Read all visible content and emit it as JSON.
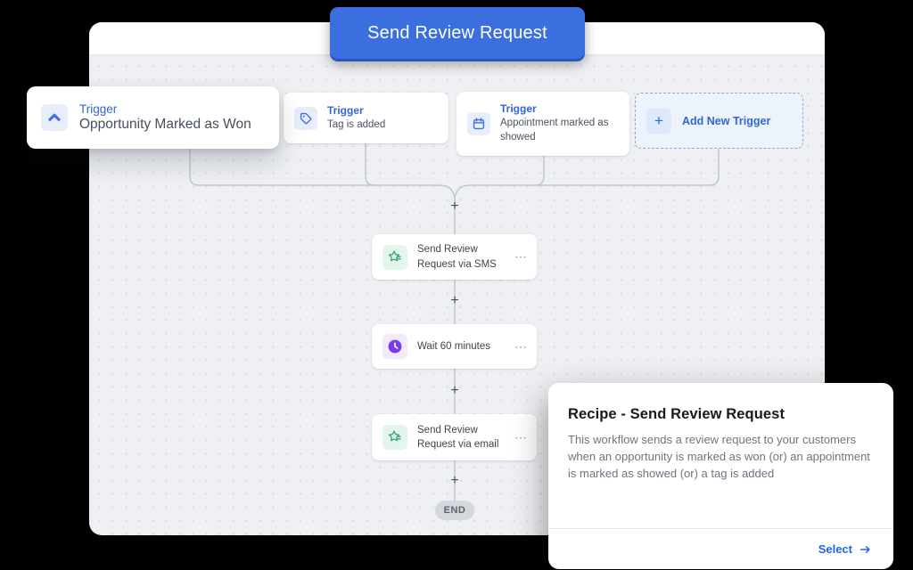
{
  "banner": {
    "title": "Send Review Request"
  },
  "triggers": {
    "main": {
      "label": "Trigger",
      "title": "Opportunity Marked as Won",
      "icon": "chevron-up-icon"
    },
    "tag": {
      "label": "Trigger",
      "title": "Tag is added",
      "icon": "tag-icon"
    },
    "appointment": {
      "label": "Trigger",
      "title": "Appointment marked as showed",
      "icon": "calendar-icon"
    },
    "add_new": {
      "label": "Add New Trigger",
      "icon": "plus-icon",
      "plus": "+"
    }
  },
  "steps": [
    {
      "title": "Send Review Request via SMS",
      "icon": "review-star-icon",
      "menu": "⋯"
    },
    {
      "title": "Wait 60 minutes",
      "icon": "clock-icon",
      "menu": "⋯"
    },
    {
      "title": "Send Review Request via email",
      "icon": "review-star-icon",
      "menu": "⋯"
    }
  ],
  "ui": {
    "plus": "+",
    "end_label": "END"
  },
  "recipe": {
    "title": "Recipe - Send Review Request",
    "description": "This workflow sends a review request to your customers when an opportunity is marked as won (or) an appointment is marked as showed (or) a tag is added",
    "select_label": "Select"
  },
  "colors": {
    "accent_blue": "#3b6fe0",
    "trigger_blue": "#2f66d8",
    "star_green": "#35a27c",
    "clock_purple": "#7a3bed",
    "canvas": "#eef0f3"
  }
}
